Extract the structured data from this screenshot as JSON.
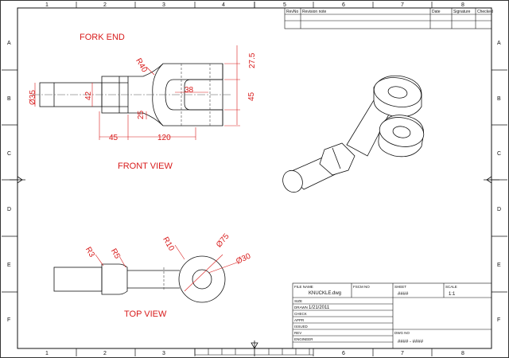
{
  "border": {
    "columns": [
      "1",
      "2",
      "3",
      "4",
      "5",
      "6",
      "7",
      "8"
    ],
    "rows": [
      "A",
      "B",
      "C",
      "D",
      "E",
      "F"
    ]
  },
  "revision_table": {
    "rev_no": "RevNo",
    "revision_note": "Revision note",
    "date": "Date",
    "signature": "Signature",
    "checked": "Checked"
  },
  "views": {
    "fork_end": "FORK END",
    "front_view": "FRONT VIEW",
    "top_view": "TOP VIEW"
  },
  "dimensions": {
    "r40": "R40",
    "d27_5": "27.5",
    "d35": "Ø35",
    "d42": "42",
    "d38": "38",
    "d45_right": "45",
    "d25": "25",
    "d45_bottom": "45",
    "d120": "120",
    "r3": "R3",
    "r5": "R5",
    "r10": "R10",
    "d75": "Ø75",
    "d30": "Ø30"
  },
  "title_block": {
    "file_name_label": "FILE NAME",
    "file_name_value": "KNUCKLE.dwg",
    "fscm_label": "FSCM NO",
    "sheet_label": "SHEET",
    "sheet_value": "####",
    "scale_label": "SCALE",
    "scale_value": "1:1",
    "size_label": "SIZE",
    "drawn_label": "DRAWN",
    "drawn_value": "1/21/2011",
    "check_label": "CHECK",
    "appr_label": "APPR",
    "issued_label": "ISSUED",
    "rev_label": "REV",
    "engineer_label": "ENGINEER",
    "dwg_no_label": "DWG NO",
    "dwg_no_value": "#### - ####"
  },
  "colors": {
    "dimension": "#d81b1b",
    "geometry": "#111111",
    "hidden": "#444444"
  }
}
